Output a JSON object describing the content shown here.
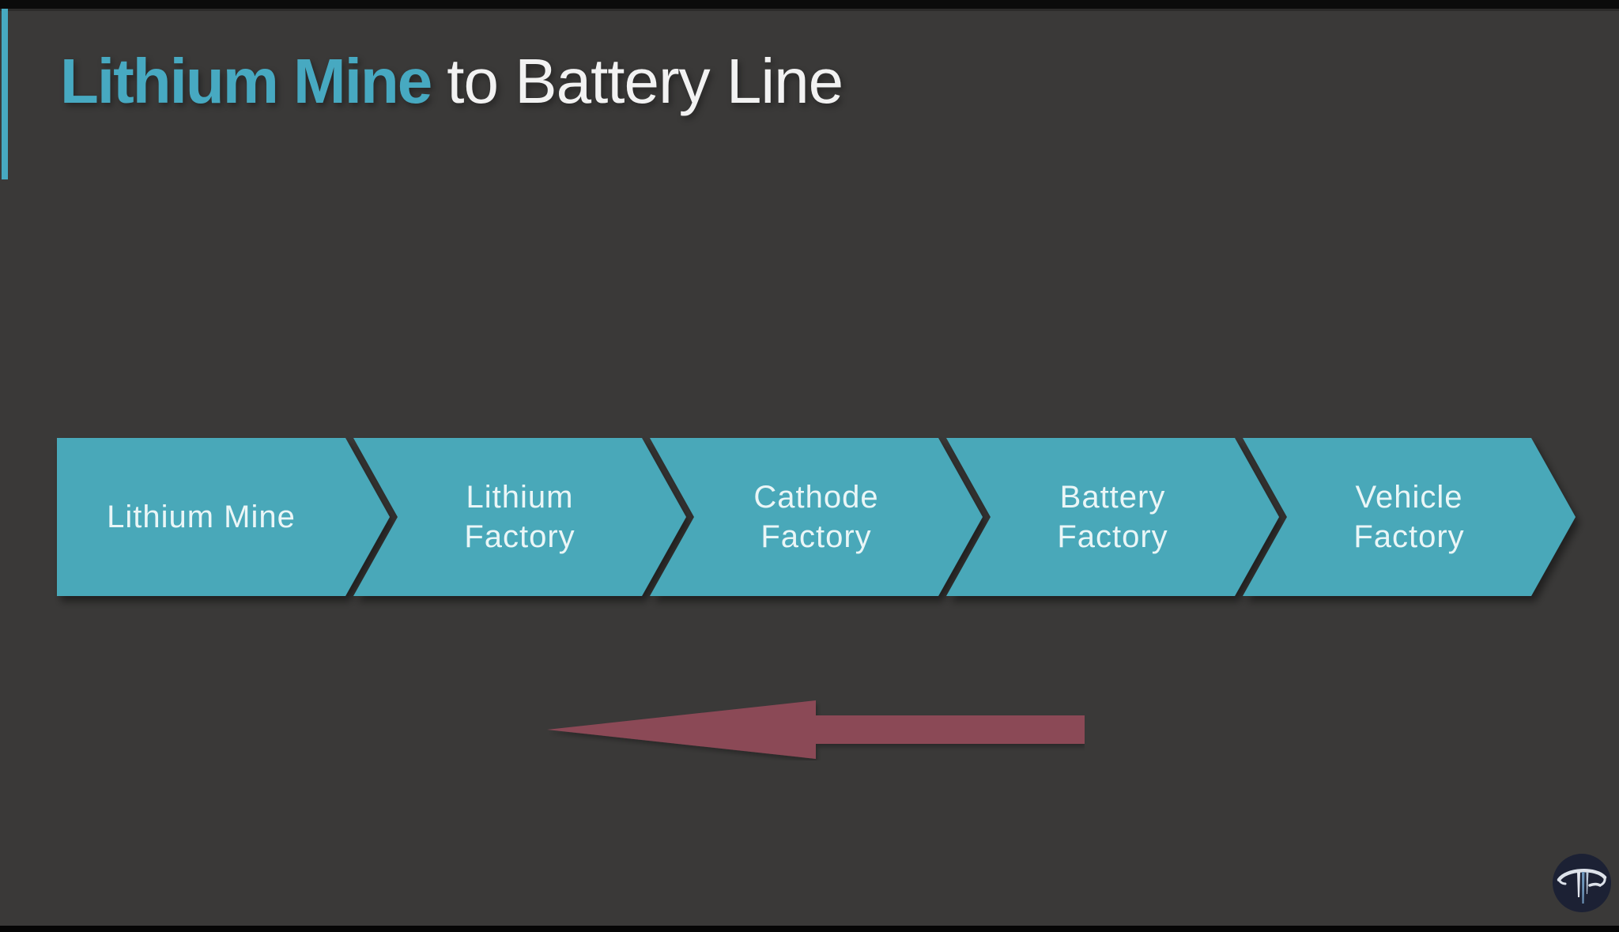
{
  "slide": {
    "title": {
      "highlight": "Lithium Mine",
      "rest": "to Battery Line"
    },
    "flow": {
      "type": "chevron-process",
      "direction": "left-to-right",
      "steps": [
        {
          "label": "Lithium Mine",
          "line1": "Lithium Mine",
          "line2": ""
        },
        {
          "label": "Lithium Factory",
          "line1": "Lithium",
          "line2": "Factory"
        },
        {
          "label": "Cathode Factory",
          "line1": "Cathode",
          "line2": "Factory"
        },
        {
          "label": "Battery Factory",
          "line1": "Battery",
          "line2": "Factory"
        },
        {
          "label": "Vehicle Factory",
          "line1": "Vehicle",
          "line2": "Factory"
        }
      ]
    },
    "reverse_arrow": {
      "direction": "left"
    },
    "logo": {
      "monogram": "TF"
    }
  },
  "colors": {
    "background": "#3a3938",
    "letterbox": "#0b0b0b",
    "accent_teal": "#47a9c1",
    "title_highlight": "#47a9c1",
    "title_rest": "#f2f2f2",
    "chevron_fill": "#49a8b9",
    "chevron_text": "#eaf6f7",
    "arrow_maroon": "#8b4857",
    "logo_circle": "#1c2134",
    "logo_mark_light": "#dde2ea",
    "logo_mark_blue": "#6e96bb"
  }
}
